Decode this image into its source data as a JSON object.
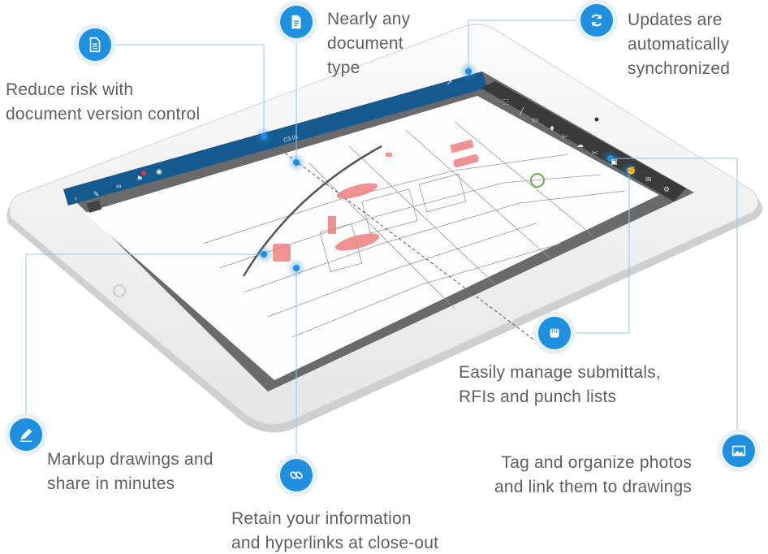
{
  "callouts": {
    "version_control": {
      "line1": "Reduce risk with",
      "line2": "document version control",
      "icon": "document-icon"
    },
    "document_type": {
      "line1": "Nearly any",
      "line2": "document",
      "line3": "type",
      "icon": "file-text-icon"
    },
    "sync": {
      "line1": "Updates are",
      "line2": "automatically",
      "line3": "synchronized",
      "icon": "sync-icon"
    },
    "submittals": {
      "line1": "Easily manage submittals,",
      "line2": "RFIs and punch lists",
      "icon": "fist-icon"
    },
    "photos": {
      "line1": "Tag and organize photos",
      "line2": "and link them to drawings",
      "icon": "image-icon"
    },
    "markup": {
      "line1": "Markup drawings and",
      "line2": "share in minutes",
      "icon": "pen-icon"
    },
    "hyperlinks": {
      "line1": "Retain your information",
      "line2": "and hyperlinks at close-out",
      "icon": "link-icon"
    }
  },
  "tablet": {
    "sheet_name": "C3.01",
    "header_color": "#145a8f",
    "accent": "#1f8fe0",
    "markup_color": "#f08080"
  }
}
